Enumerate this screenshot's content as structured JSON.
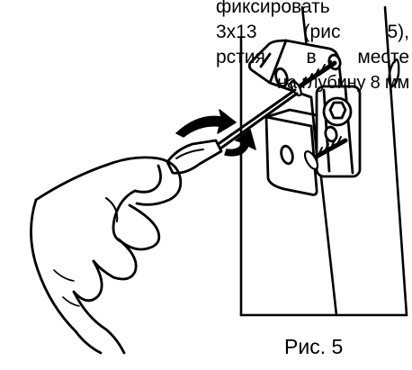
{
  "document": {
    "text_lines": [
      "фиксировать",
      "3х13 (рис 5),",
      "рстия в месте",
      "на глубину 8 мм"
    ],
    "caption": "Рис. 5"
  },
  "illustration": {
    "stroke_color": "#000000",
    "background_color": "#ffffff"
  }
}
